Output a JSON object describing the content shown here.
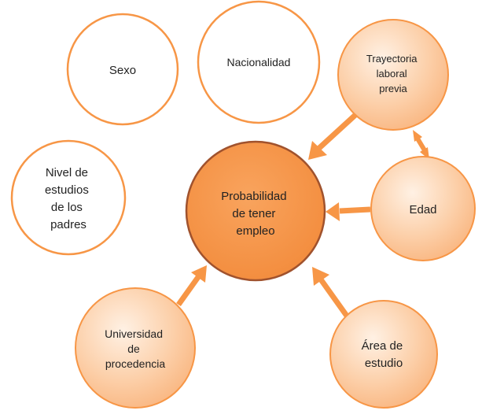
{
  "diagram": {
    "center": {
      "label_lines": [
        "Probabilidad",
        "de tener",
        "empleo"
      ]
    },
    "nodes": {
      "sexo": {
        "label_lines": [
          "Sexo"
        ]
      },
      "nacionalidad": {
        "label_lines": [
          "Nacionalidad"
        ]
      },
      "trayectoria": {
        "label_lines": [
          "Trayectoria",
          "laboral",
          "previa"
        ]
      },
      "nivel_estudios": {
        "label_lines": [
          "Nivel de",
          "estudios",
          "de los",
          "padres"
        ]
      },
      "edad": {
        "label_lines": [
          "Edad"
        ]
      },
      "universidad": {
        "label_lines": [
          "Universidad",
          "de",
          "procedencia"
        ]
      },
      "area": {
        "label_lines": [
          "Área de",
          "estudio"
        ]
      }
    },
    "colors": {
      "center_fill": "#F79646",
      "center_stroke": "#A0522D",
      "light_fill": "#FBC59A",
      "light_stroke": "#F79646",
      "white_stroke": "#F79646",
      "arrow": "#F79646"
    }
  }
}
